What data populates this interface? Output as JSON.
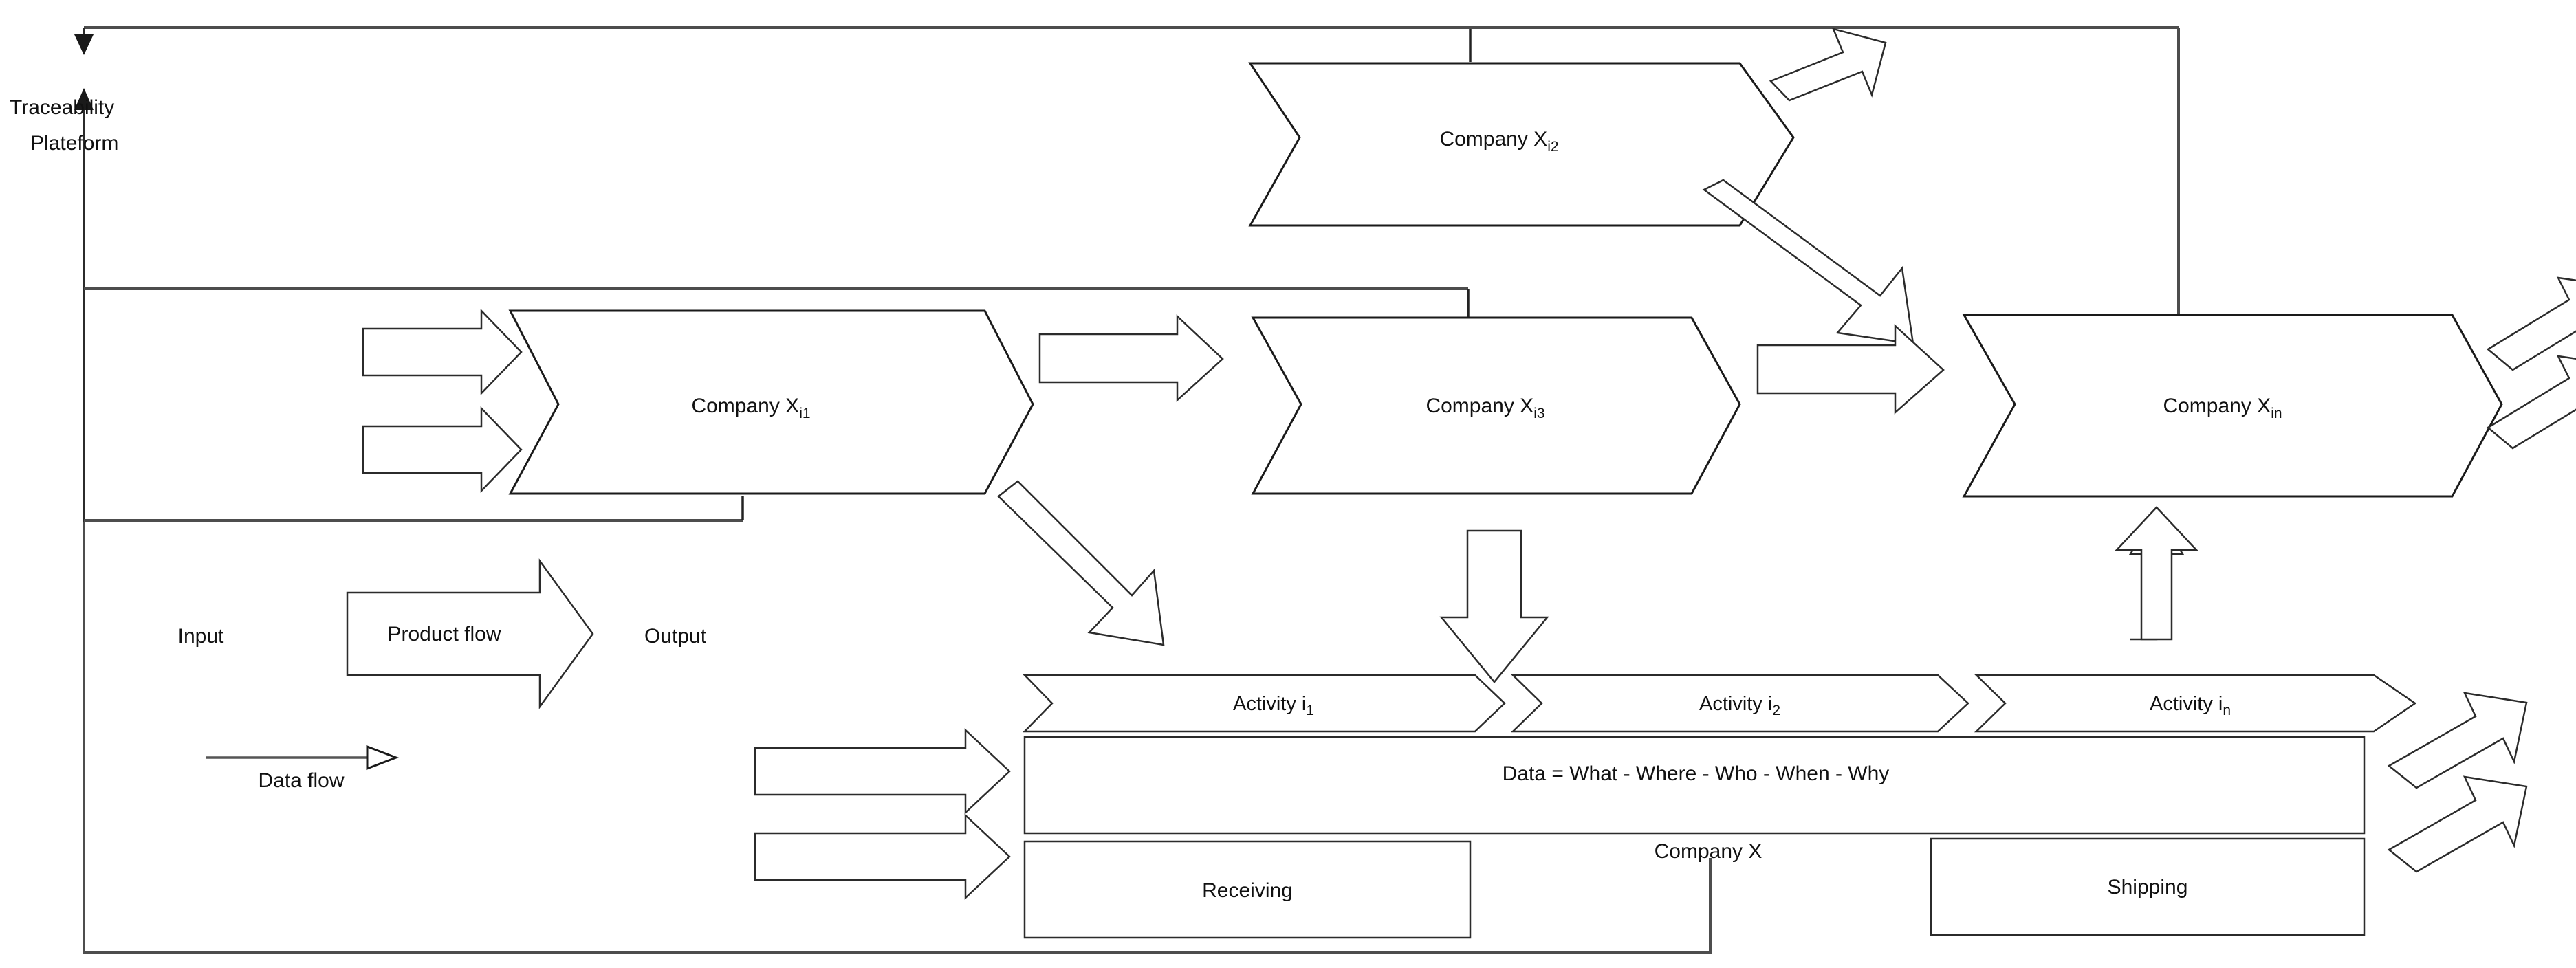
{
  "diagram": {
    "title_hidden": "",
    "platform": {
      "line1": "Traceability",
      "line2": "Plateform"
    },
    "nodes": [
      {
        "id": "xi2",
        "label": "Company X",
        "sub": "i2"
      },
      {
        "id": "xi1",
        "label": "Company X",
        "sub": "i1"
      },
      {
        "id": "xi3",
        "label": "Company X",
        "sub": "i3"
      },
      {
        "id": "xin",
        "label": "Company X",
        "sub": "in"
      }
    ],
    "legend": {
      "input": "Input",
      "product_flow": "Product flow",
      "output": "Output",
      "data_flow": "Data flow"
    },
    "activities": [
      {
        "label": "Activity i",
        "sub": "1"
      },
      {
        "label": "Activity i",
        "sub": "2"
      },
      {
        "label": "Activity i",
        "sub": "n"
      }
    ],
    "data_band": "Data = What - Where - Who - When - Why",
    "company_x_label": "Company X",
    "docks": [
      {
        "label": "Receiving"
      },
      {
        "label": "Shipping"
      }
    ],
    "colors": {
      "stroke": "#1a1a1a",
      "trace": "#4d4d4d",
      "fill": "#ffffff",
      "background": "#ffffff"
    },
    "icons": {
      "product_arrow": "block-arrow-right-icon",
      "data_arrow": "open-arrowhead-icon",
      "chevron": "chevron-node-icon"
    }
  }
}
